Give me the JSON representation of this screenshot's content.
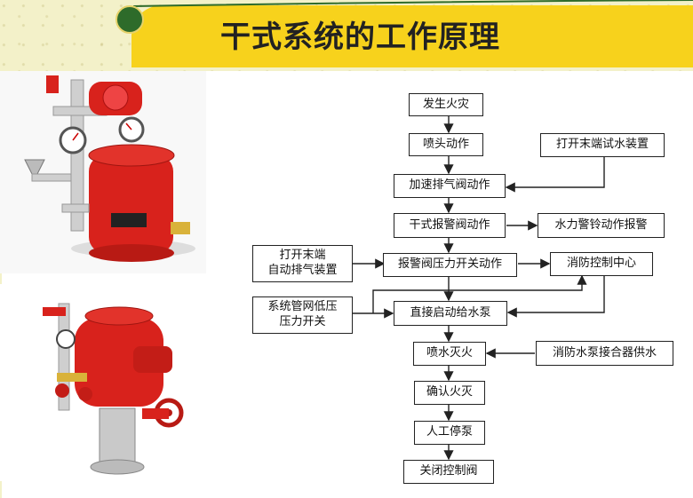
{
  "title": "干式系统的工作原理",
  "flow": {
    "n1": "发生火灾",
    "n2": "喷头动作",
    "n3": "加速排气阀动作",
    "n4": "干式报警阀动作",
    "n5": "报警阀压力开关动作",
    "n6": "直接启动给水泵",
    "n7": "喷水灭火",
    "n8": "确认火灭",
    "n9": "人工停泵",
    "n10": "关闭控制阀",
    "s1": "打开末端试水装置",
    "s2": "水力警铃动作报警",
    "s3": "消防控制中心",
    "s4": "消防水泵接合器供水",
    "l1_line1": "打开末端",
    "l1_line2": "自动排气装置",
    "l2_line1": "系统管网低压",
    "l2_line2": "压力开关"
  },
  "colors": {
    "title_bar": "#f7d21c",
    "valve_red": "#d8221c"
  }
}
